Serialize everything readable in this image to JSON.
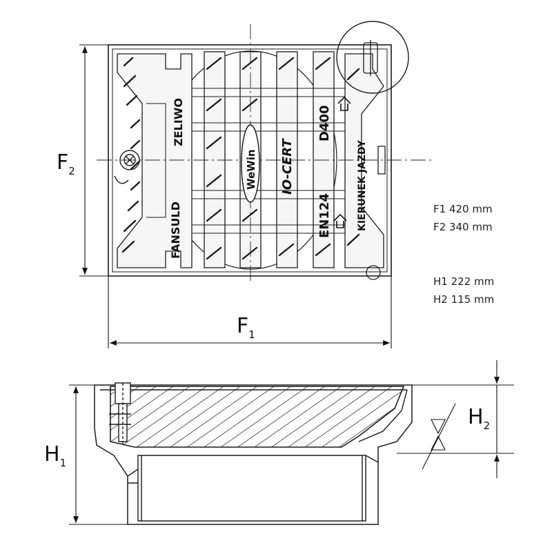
{
  "dimension_labels": {
    "f1": {
      "main": "F",
      "sub": "1"
    },
    "f2": {
      "main": "F",
      "sub": "2"
    },
    "h1": {
      "main": "H",
      "sub": "1"
    },
    "h2": {
      "main": "H",
      "sub": "2"
    }
  },
  "cover_markings": {
    "brand": "FANSULD",
    "material": "ZELIWO",
    "logo": "WeWin",
    "cert": "IO-CERT",
    "standard": "EN124",
    "load_class": "D400",
    "direction": "KIERUNEK JAZDY"
  },
  "specs": [
    {
      "label": "F1",
      "value": "420 mm"
    },
    {
      "label": "F2",
      "value": "340 mm"
    },
    {
      "label": "H1",
      "value": "222 mm"
    },
    {
      "label": "H2",
      "value": "115 mm"
    }
  ],
  "colors": {
    "line": "#1a1a1a",
    "hatch": "#333333",
    "cover_fill": "#f4f4f4"
  }
}
